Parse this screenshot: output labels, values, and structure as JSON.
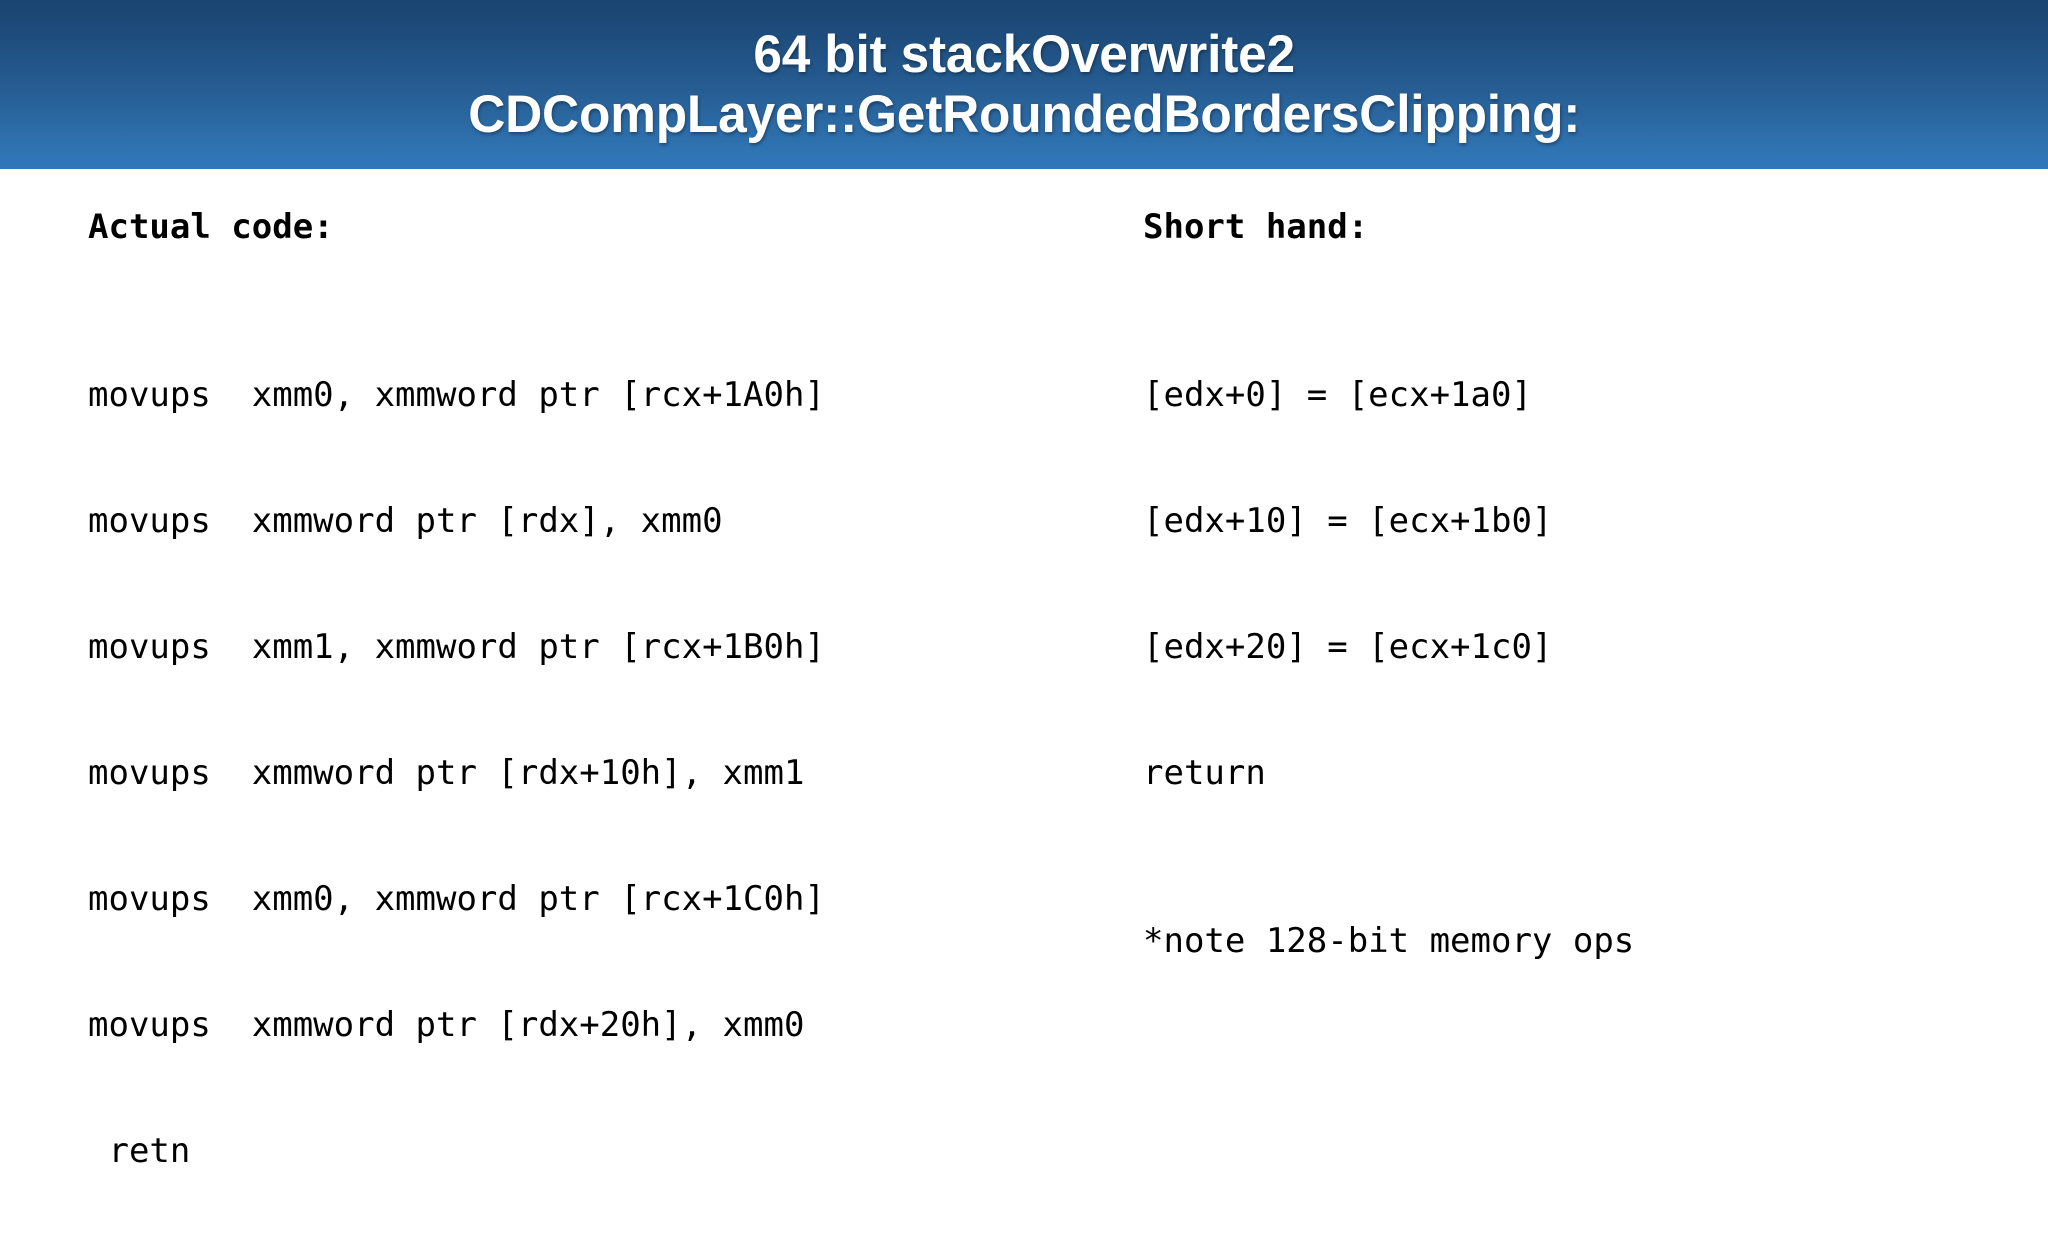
{
  "slide": {
    "background_color": "#ffffff",
    "header": {
      "gradient_top_color": "#1a4370",
      "gradient_bottom_color": "#3177bb",
      "text_color": "#ffffff",
      "title_line_1": "64 bit stackOverwrite2",
      "title_line_2": "CDCompLayer::GetRoundedBordersClipping:"
    },
    "left_column": {
      "heading": "Actual code:",
      "code_lines": [
        "movups  xmm0, xmmword ptr [rcx+1A0h]",
        "movups  xmmword ptr [rdx], xmm0",
        "movups  xmm1, xmmword ptr [rcx+1B0h]",
        "movups  xmmword ptr [rdx+10h], xmm1",
        "movups  xmm0, xmmword ptr [rcx+1C0h]",
        "movups  xmmword ptr [rdx+20h], xmm0",
        " retn"
      ]
    },
    "right_column": {
      "heading": "Short hand:",
      "code_lines": [
        "[edx+0] = [ecx+1a0]",
        "[edx+10] = [ecx+1b0]",
        "[edx+20] = [ecx+1c0]",
        "return"
      ],
      "note": "*note 128-bit memory ops"
    }
  }
}
